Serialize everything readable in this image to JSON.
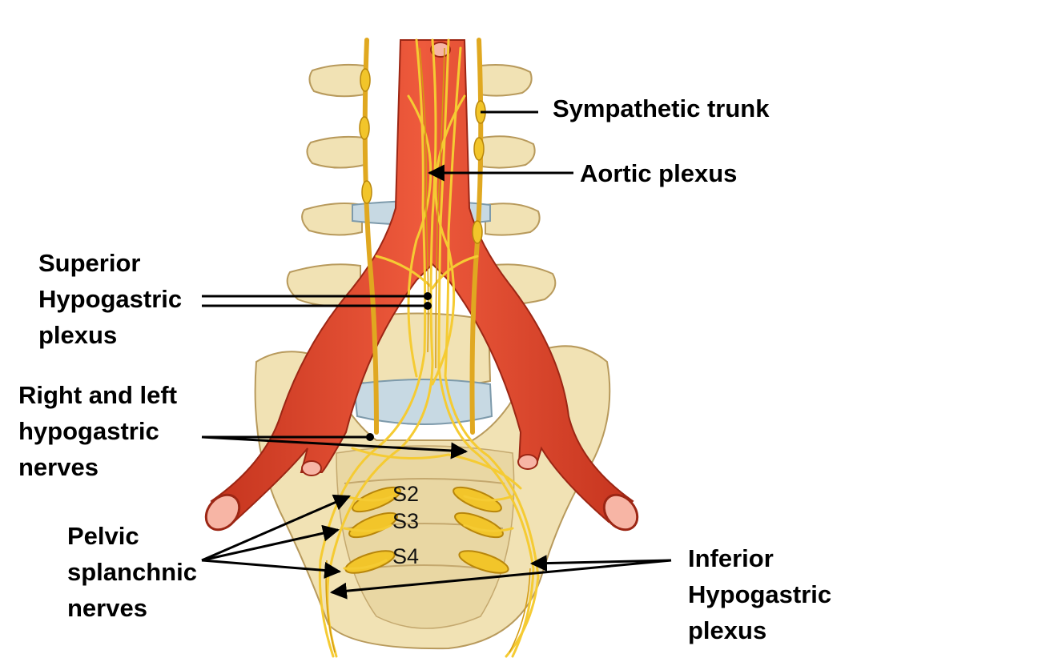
{
  "labels": {
    "sympathetic_trunk": "Sympathetic trunk",
    "aortic_plexus": "Aortic plexus",
    "superior_hypogastric": [
      "Superior",
      "Hypogastric",
      "plexus"
    ],
    "hypogastric_nerves": [
      "Right and left",
      "hypogastric",
      "nerves"
    ],
    "pelvic_splanchnic": [
      "Pelvic",
      "splanchnic",
      "nerves"
    ],
    "inferior_hypogastric": [
      "Inferior",
      "Hypogastric",
      "plexus"
    ]
  },
  "segments": [
    "S2",
    "S3",
    "S4"
  ],
  "colors": {
    "bone": "#f1e2b4",
    "bone_shadow": "#cdb37a",
    "disc": "#c7d9e3",
    "artery": "#e0442c",
    "artery_dark": "#b52a17",
    "nerve": "#f2c52a",
    "nerve_dark": "#d39a10",
    "leader": "#000000"
  }
}
